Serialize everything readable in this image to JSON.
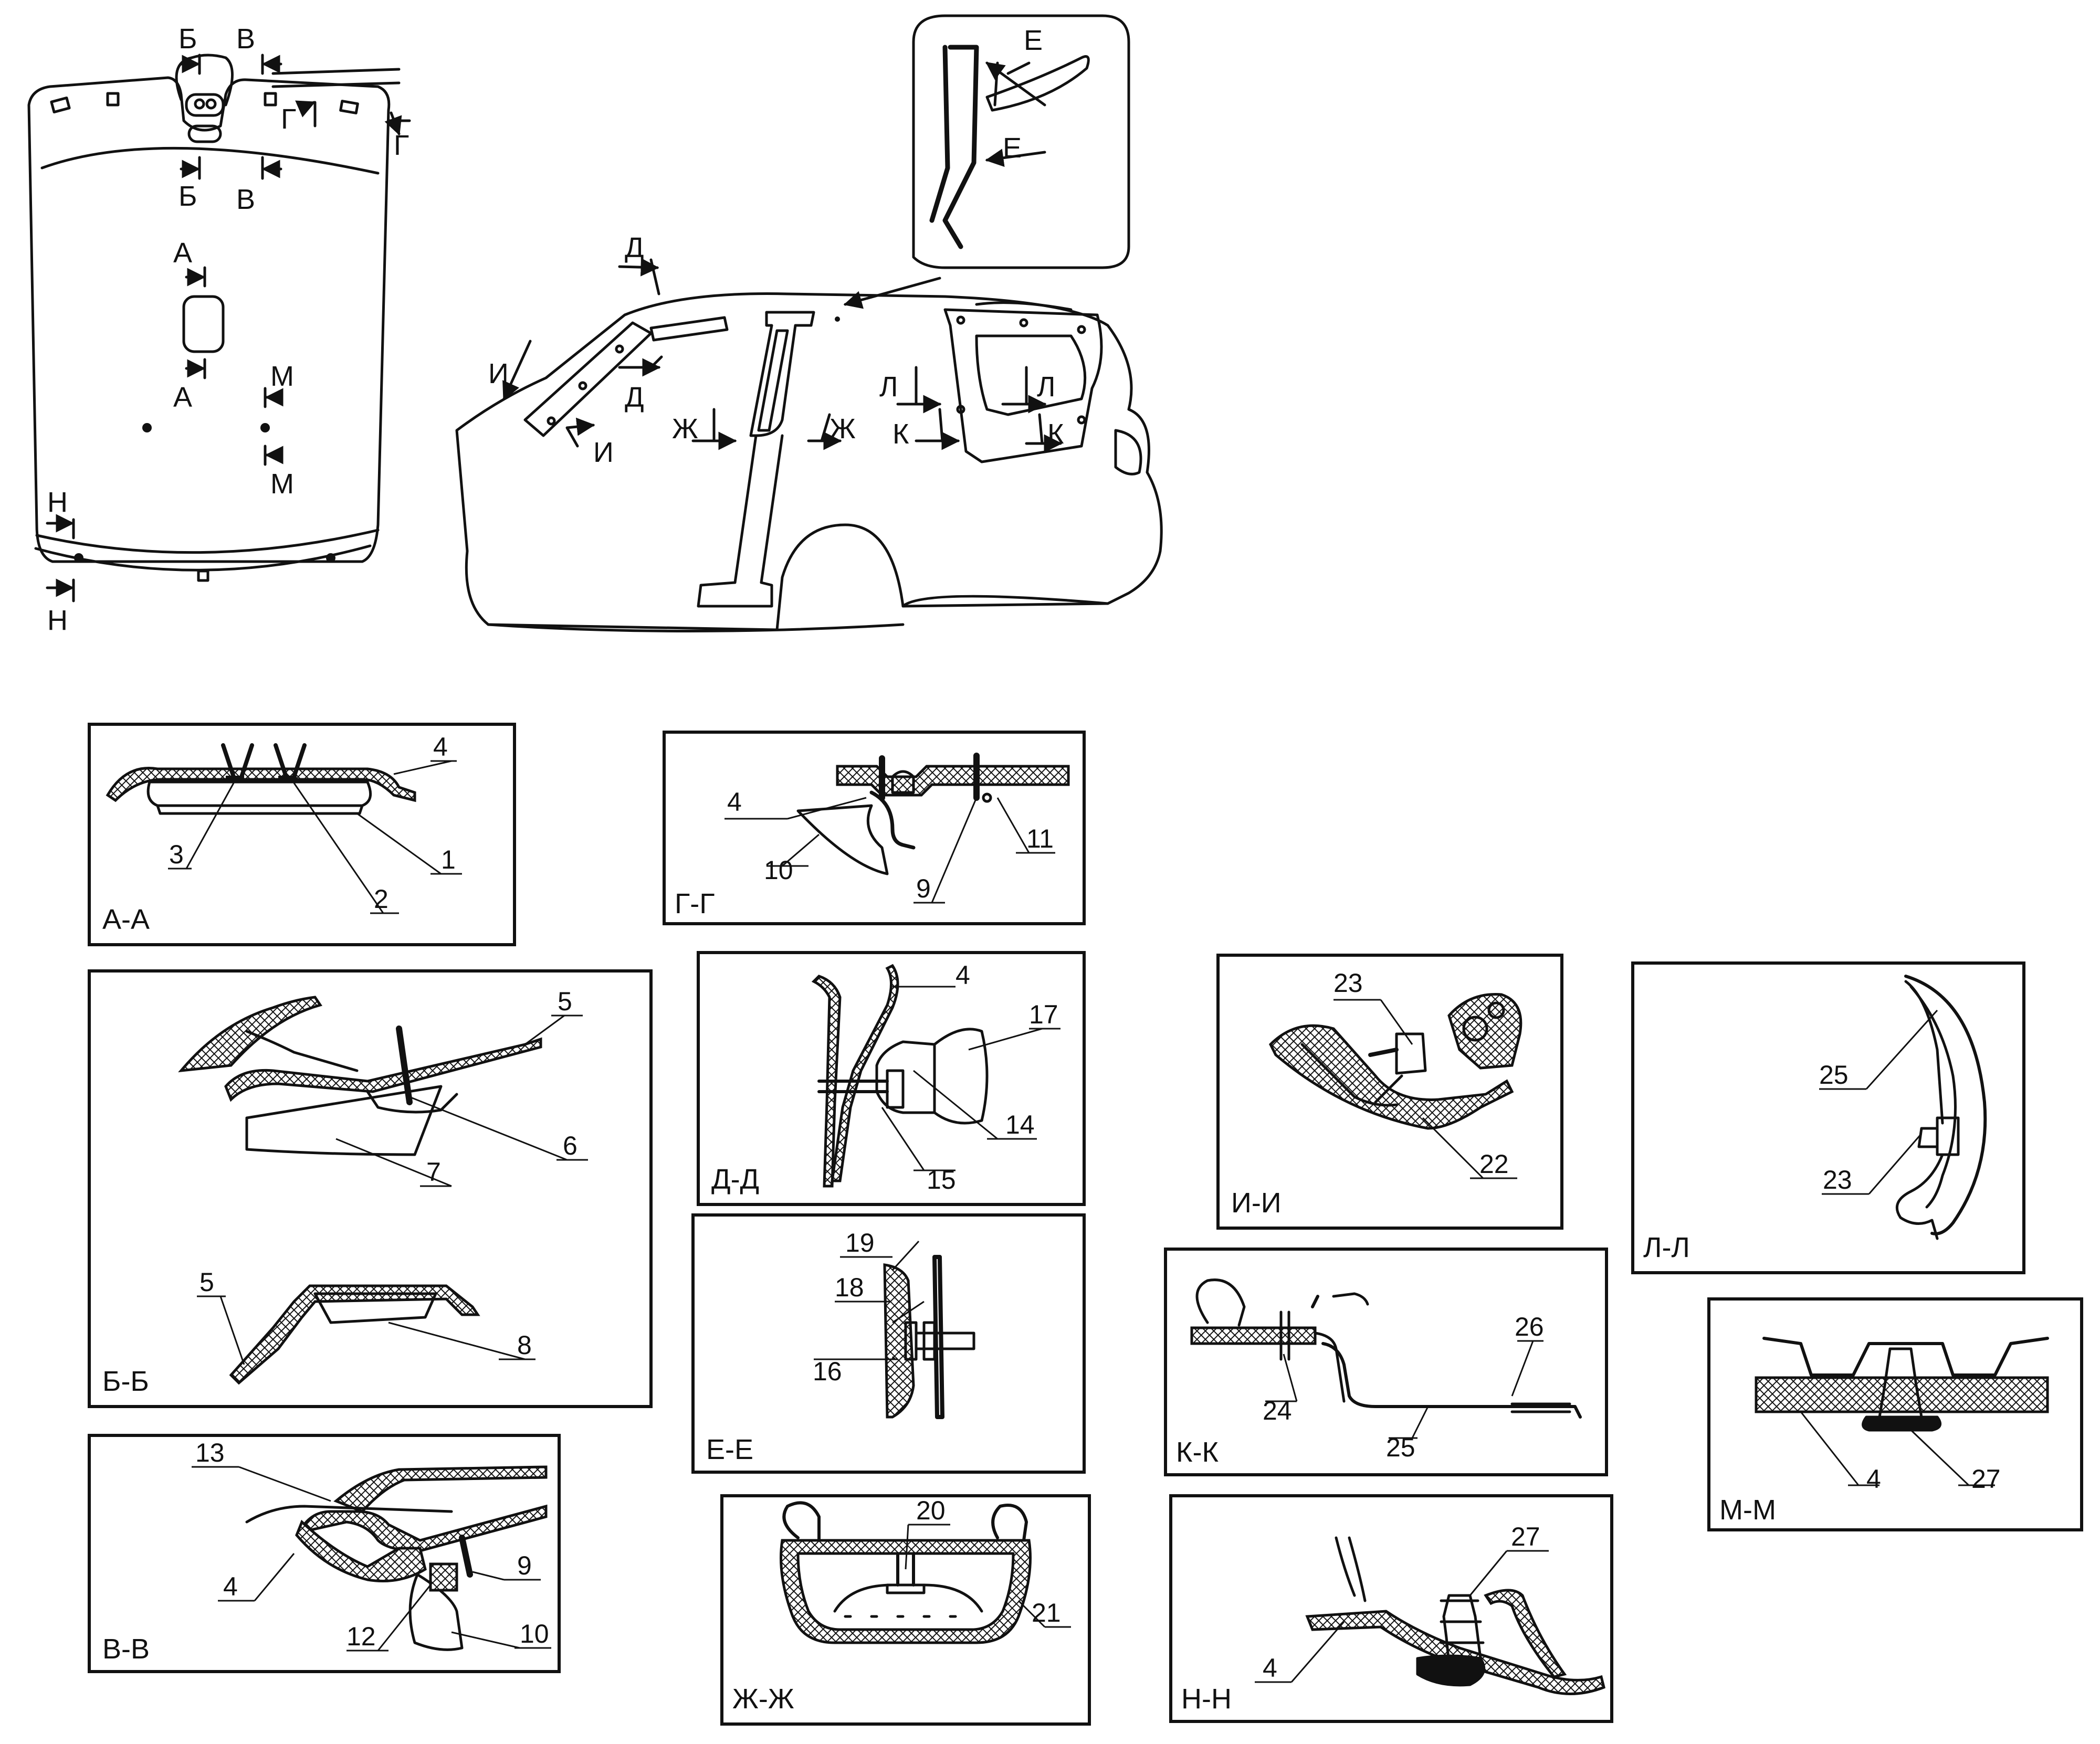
{
  "plan_marks": [
    "Б",
    "Б",
    "В",
    "В",
    "Г",
    "Г",
    "А",
    "А",
    "М",
    "М",
    "Н",
    "Н"
  ],
  "body_marks": [
    "Е",
    "Е",
    "Д",
    "Д",
    "И",
    "И",
    "Ж",
    "Ж",
    "Л",
    "Л",
    "К",
    "К"
  ],
  "sections": [
    {
      "id": "aa",
      "title": "А-А",
      "labels": [
        "4",
        "3",
        "2",
        "1"
      ]
    },
    {
      "id": "gg",
      "title": "Г-Г",
      "labels": [
        "4",
        "10",
        "9",
        "11"
      ]
    },
    {
      "id": "bb",
      "title": "Б-Б",
      "labels": [
        "5",
        "7",
        "6",
        "5",
        "8"
      ]
    },
    {
      "id": "dd",
      "title": "Д-Д",
      "labels": [
        "4",
        "17",
        "14",
        "15"
      ]
    },
    {
      "id": "ii",
      "title": "И-И",
      "labels": [
        "23",
        "22"
      ]
    },
    {
      "id": "ll",
      "title": "Л-Л",
      "labels": [
        "25",
        "23"
      ]
    },
    {
      "id": "ee",
      "title": "Е-Е",
      "labels": [
        "19",
        "18",
        "16"
      ]
    },
    {
      "id": "kk",
      "title": "К-К",
      "labels": [
        "26",
        "24",
        "25"
      ]
    },
    {
      "id": "mm",
      "title": "М-М",
      "labels": [
        "4",
        "27"
      ]
    },
    {
      "id": "vv",
      "title": "В-В",
      "labels": [
        "13",
        "4",
        "9",
        "12",
        "10"
      ]
    },
    {
      "id": "zhzh",
      "title": "Ж-Ж",
      "labels": [
        "20",
        "21"
      ]
    },
    {
      "id": "nn",
      "title": "Н-Н",
      "labels": [
        "27",
        "4"
      ]
    }
  ]
}
